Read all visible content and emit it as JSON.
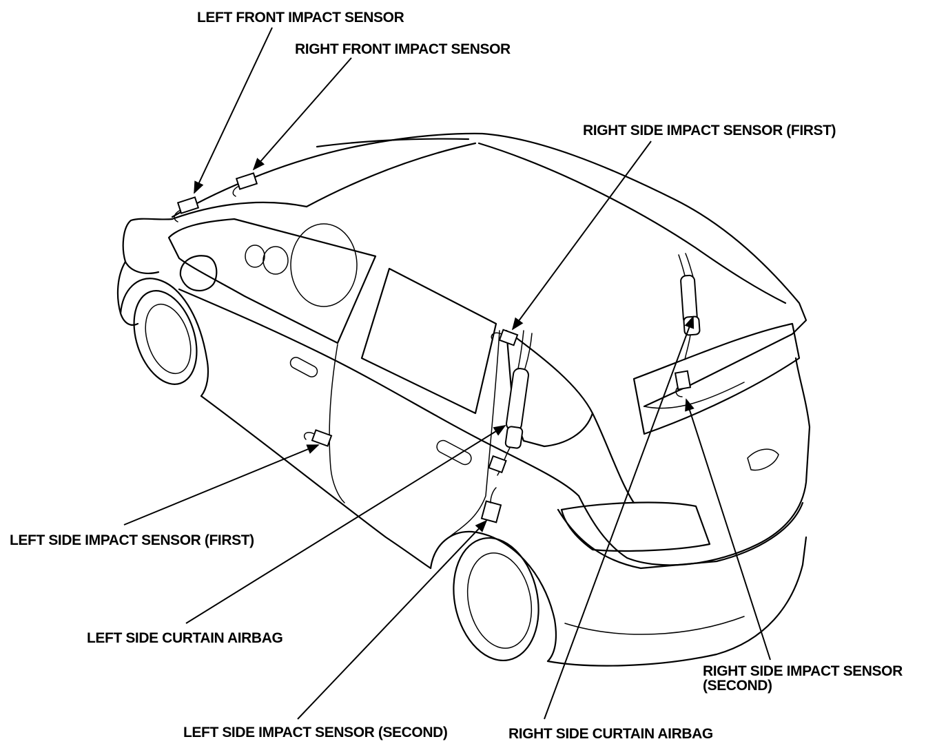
{
  "labels": {
    "left_front_impact_sensor": "LEFT FRONT IMPACT SENSOR",
    "right_front_impact_sensor": "RIGHT FRONT IMPACT SENSOR",
    "right_side_impact_sensor_first": "RIGHT SIDE IMPACT SENSOR (FIRST)",
    "left_side_impact_sensor_first": "LEFT SIDE IMPACT SENSOR (FIRST)",
    "left_side_curtain_airbag": "LEFT SIDE CURTAIN AIRBAG",
    "right_side_impact_sensor_second_line1": "RIGHT SIDE IMPACT SENSOR",
    "right_side_impact_sensor_second_line2": "(SECOND)",
    "left_side_impact_sensor_second": "LEFT SIDE IMPACT SENSOR (SECOND)",
    "right_side_curtain_airbag": "RIGHT SIDE CURTAIN AIRBAG"
  }
}
